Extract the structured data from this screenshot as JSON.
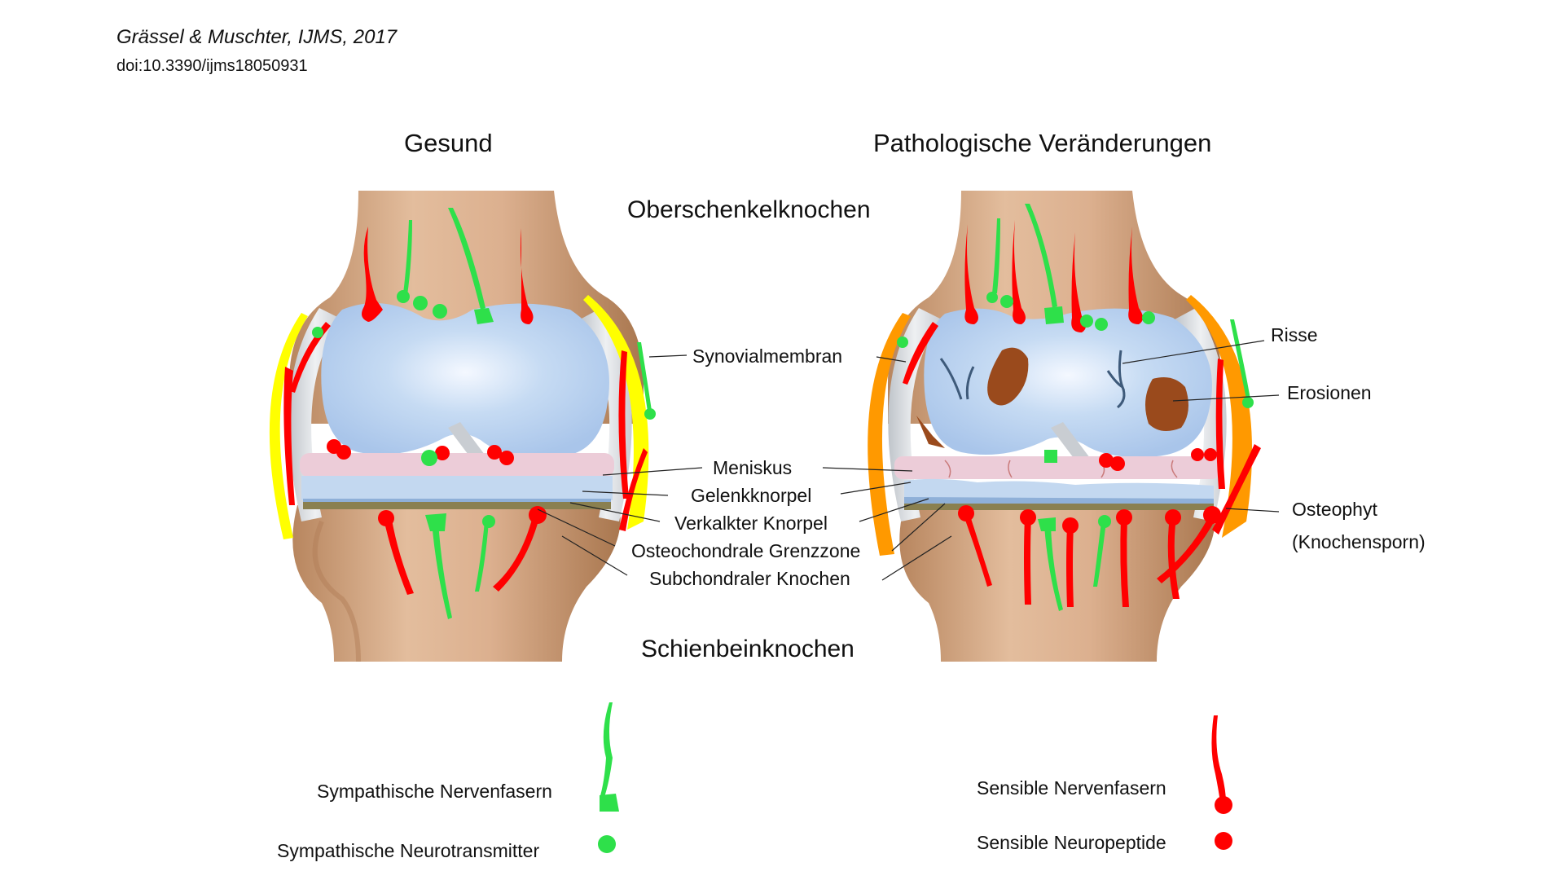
{
  "header": {
    "citation": "Grässel & Muschter, IJMS, 2017",
    "doi": "doi:10.3390/ijms18050931"
  },
  "panels": {
    "healthy_title": "Gesund",
    "pathological_title": "Pathologische Veränderungen"
  },
  "bones": {
    "femur": "Oberschenkelknochen",
    "tibia": "Schienbeinknochen"
  },
  "center_labels": [
    "Meniskus",
    "Gelenkknorpel",
    "Verkalkter Knorpel",
    "Osteochondrale Grenzzone",
    "Subchondraler Knochen"
  ],
  "left_labels": {
    "synovial": "Synovialmembran"
  },
  "right_labels": {
    "cracks": "Risse",
    "erosions": "Erosionen",
    "osteophyte": "Osteophyt",
    "osteophyte_sub": "(Knochensporn)"
  },
  "legend": {
    "sympathetic_fibers": "Sympathische Nervenfasern",
    "sympathetic_transmitters": "Sympathische Neurotransmitter",
    "sensory_fibers": "Sensible Nervenfasern",
    "sensory_peptides": "Sensible Neuropeptide"
  },
  "colors": {
    "bone": "#dcb08f",
    "bone_shadow": "#b8865f",
    "synovial_fluid": "#b7d0ee",
    "meniscus": "#ecccd8",
    "cartilage": "#c3d8f0",
    "calcified": "#8a8050",
    "capsule": "#d9dde2",
    "synovium_healthy": "#ffff00",
    "synovium_inflamed": "#ff9900",
    "sympathetic": "#2ee04a",
    "sensory": "#ff0000",
    "erosion": "#9a4a1c",
    "crack": "#3e5a7a"
  }
}
